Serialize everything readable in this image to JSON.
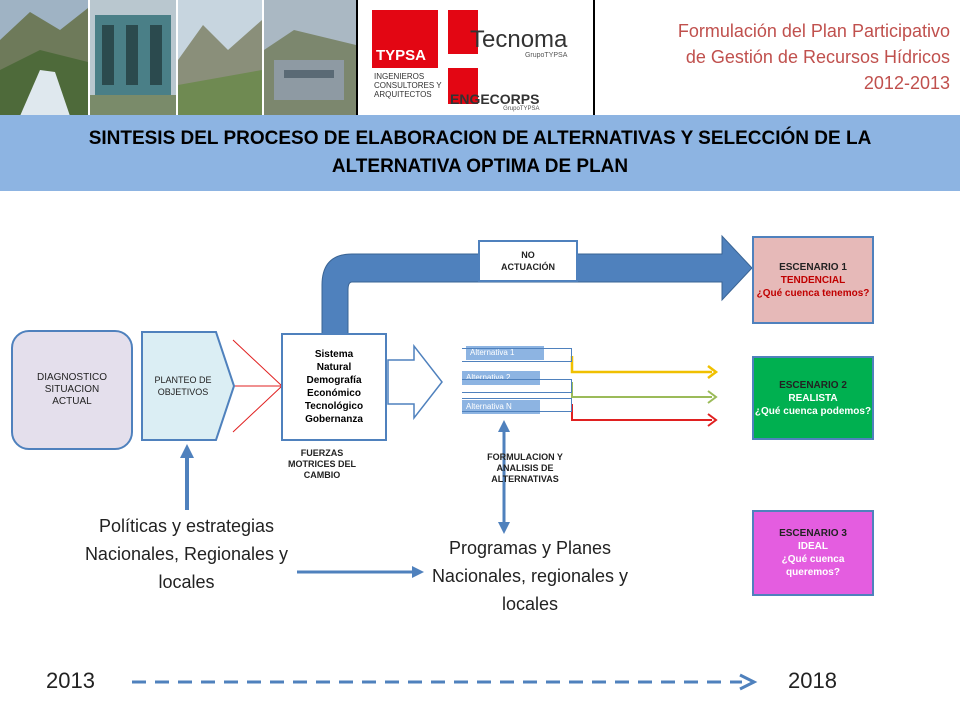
{
  "header": {
    "title_lines": [
      "Formulación del Plan Participativo",
      "de Gestión de Recursos Hídricos",
      "2012-2013"
    ],
    "logos": {
      "typsa_name": "TYPSA",
      "typsa_sub": "INGENIEROS CONSULTORES Y ARQUITECTOS",
      "tecnoma_name": "Tecnoma",
      "tecnoma_sub": "GrupoTYPSA",
      "engecorps_name": "ENGECORPS",
      "engecorps_sub": "GrupoTYPSA"
    }
  },
  "banner": {
    "title": "SINTESIS DEL PROCESO DE ELABORACION DE ALTERNATIVAS Y SELECCIÓN DE LA ALTERNATIVA OPTIMA DE PLAN"
  },
  "diagram": {
    "diagnostico": "DIAGNOSTICO SITUACION ACTUAL",
    "planteo": "PLANTEO DE OBJETIVOS",
    "sistema_lines": [
      "Sistema",
      "Natural",
      "Demografía",
      "Económico",
      "Tecnológico",
      "Gobernanza"
    ],
    "fuerzas": "FUERZAS MOTRICES DEL CAMBIO",
    "no_actuacion": "NO ACTUACIÓN",
    "alternatives": [
      "Alternativa 1",
      "Alternativa 2",
      "Alternativa N"
    ],
    "formulacion": "FORMULACION Y ANALISIS DE ALTERNATIVAS",
    "politicas": "Políticas y estrategias Nacionales, Regionales y locales",
    "programas": "Programas y Planes Nacionales, regionales y locales"
  },
  "scenarios": [
    {
      "title": "ESCENARIO 1",
      "name": "TENDENCIAL",
      "question": "¿Qué cuenca tenemos?",
      "color": "#e6b9b8",
      "text_color": "#c00000"
    },
    {
      "title": "ESCENARIO 2",
      "name": "REALISTA",
      "question": "¿Qué cuenca podemos?",
      "color": "#00b050",
      "text_color": "#ffffff"
    },
    {
      "title": "ESCENARIO 3",
      "name": "IDEAL",
      "question": "¿Qué cuenca queremos?",
      "color": "#e45de0",
      "text_color": "#ffffff"
    }
  ],
  "timeline": {
    "start": "2013",
    "end": "2018"
  },
  "colors": {
    "arrow_blue": "#4f81bd",
    "line_yellow": "#f0c000",
    "line_green": "#9bbb59",
    "line_red": "#e02020",
    "banner": "#8db4e2"
  }
}
